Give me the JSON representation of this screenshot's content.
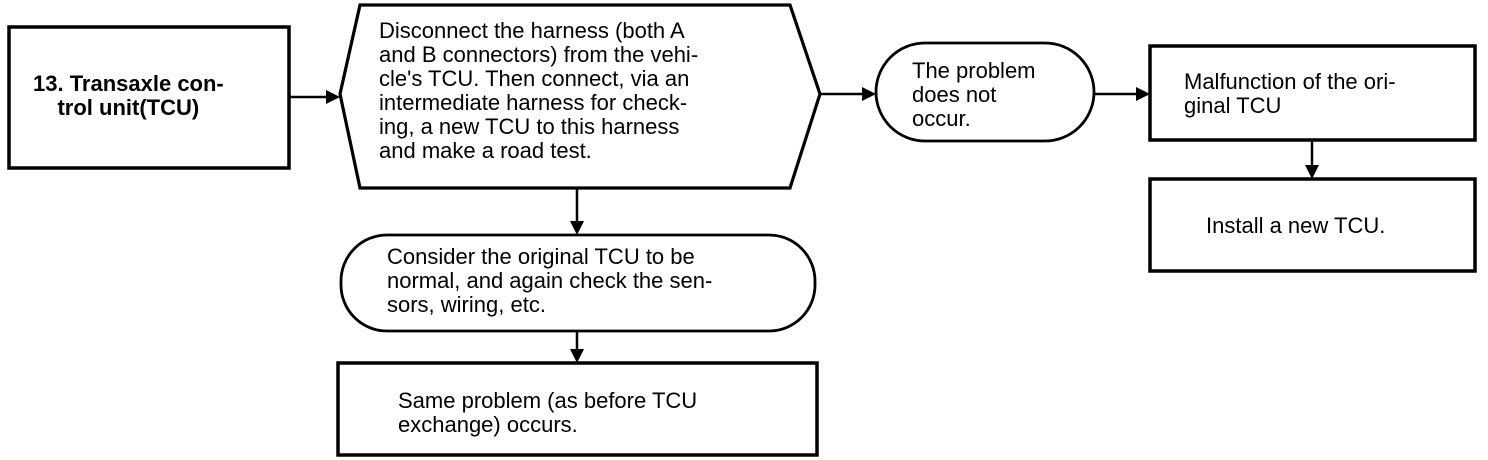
{
  "diagram": {
    "steps": {
      "tcu_step": {
        "text": "13. Transaxle con-\n    trol unit(TCU)"
      },
      "check_decision": {
        "text": "Disconnect the harness (both A\nand B connectors) from the vehi-\ncle's TCU. Then connect, via an\nintermediate harness for check-\ning, a new TCU to this harness\nand make a road test."
      },
      "no_problem": {
        "text": "The problem\ndoes not\noccur."
      },
      "malfunction": {
        "text": "Malfunction of the ori-\nginal TCU"
      },
      "install": {
        "text": "Install a new TCU."
      },
      "consider_normal": {
        "text": "Consider the original TCU to be\nnormal, and again check the sen-\nsors, wiring, etc."
      },
      "same_problem": {
        "text": "Same problem (as before TCU\nexchange) occurs."
      }
    }
  }
}
